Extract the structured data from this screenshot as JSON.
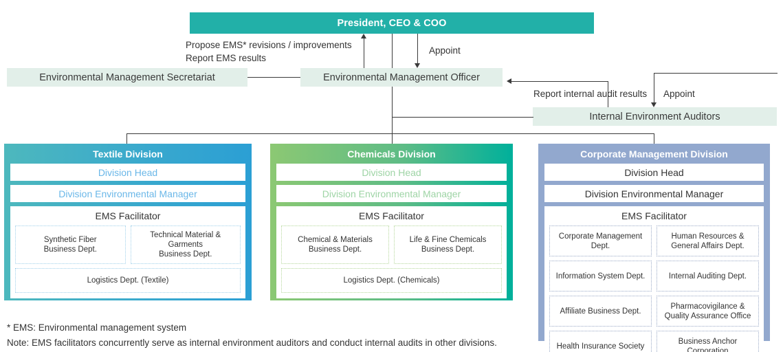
{
  "top": {
    "president": "President, CEO & COO",
    "secretariat": "Environmental Management Secretariat",
    "officer": "Environmental Management Officer",
    "auditors": "Internal Environment Auditors"
  },
  "annotations": {
    "propose": "Propose EMS* revisions / improvements\nReport EMS results",
    "appoint_officer": "Appoint",
    "report_audit": "Report internal audit results",
    "appoint_auditors": "Appoint"
  },
  "labels": {
    "division_head": "Division Head",
    "division_env_manager": "Division Environmental Manager",
    "ems_facilitator": "EMS Facilitator"
  },
  "divisions": [
    {
      "id": "textile",
      "title": "Textile Division",
      "head": "Division Head",
      "manager": "Division Environmental Manager",
      "ems": "EMS Facilitator",
      "dept_rows": [
        [
          "Synthetic Fiber\nBusiness Dept.",
          "Technical Material &\nGarments\nBusiness Dept."
        ],
        [
          "Logistics Dept. (Textile)"
        ]
      ]
    },
    {
      "id": "chemicals",
      "title": "Chemicals Division",
      "head": "Division Head",
      "manager": "Division Environmental Manager",
      "ems": "EMS Facilitator",
      "dept_rows": [
        [
          "Chemical & Materials\nBusiness Dept.",
          "Life & Fine Chemicals\nBusiness Dept."
        ],
        [
          "Logistics Dept. (Chemicals)"
        ]
      ]
    },
    {
      "id": "corporate",
      "title": "Corporate Management Division",
      "head": "Division Head",
      "manager": "Division Environmental Manager",
      "ems": "EMS Facilitator",
      "dept_rows": [
        [
          "Corporate Management\nDept.",
          "Human Resources &\nGeneral Affairs Dept."
        ],
        [
          "Information System Dept.",
          "Internal Auditing Dept."
        ],
        [
          "Affiliate Business Dept.",
          "Pharmacovigilance &\nQuality Assurance Office"
        ],
        [
          "Health Insurance Society",
          "Business Anchor\nCorporation"
        ]
      ]
    }
  ],
  "footnotes": [
    "* EMS: Environmental management system",
    "Note: EMS facilitators concurrently serve as internal environment auditors and conduct internal audits in other divisions."
  ],
  "colors": {
    "president_bar": "#22b0a8",
    "mint_bar": "#e2efe9",
    "textile_from": "#4db8bd",
    "textile_to": "#2b9fd4",
    "chemicals_from": "#8cc873",
    "chemicals_to": "#00b09b",
    "corporate": "#92a8ce",
    "connector": "#3a3a3a"
  }
}
